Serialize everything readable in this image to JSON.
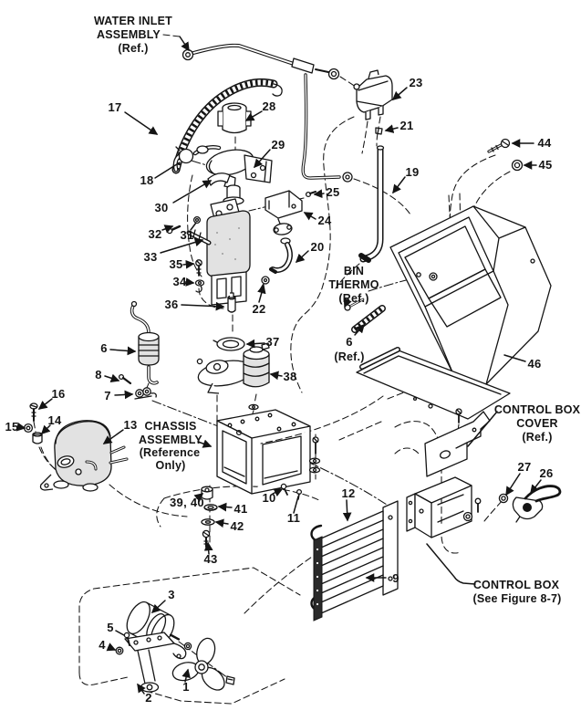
{
  "diagram": {
    "labels": {
      "water_inlet": [
        "WATER INLET",
        "ASSEMBLY",
        "(Ref.)"
      ],
      "bin_thermo": [
        "BIN",
        "THERMO",
        "(Ref.)"
      ],
      "thermo_ref6": [
        "6",
        "(Ref.)"
      ],
      "chassis": [
        "CHASSIS",
        "ASSEMBLY",
        "(Reference",
        "Only)"
      ],
      "control_box_cover": [
        "CONTROL BOX",
        "COVER",
        "(Ref.)"
      ],
      "control_box": [
        "CONTROL BOX",
        "(See Figure 8-7)"
      ]
    },
    "callouts": {
      "n1": "1",
      "n2": "2",
      "n3": "3",
      "n4": "4",
      "n5": "5",
      "n6": "6",
      "n7": "7",
      "n8": "8",
      "n9": "9",
      "n10": "10",
      "n11": "11",
      "n12": "12",
      "n13": "13",
      "n14": "14",
      "n15": "15",
      "n16": "16",
      "n17": "17",
      "n18": "18",
      "n19": "19",
      "n20": "20",
      "n21": "21",
      "n22": "22",
      "n23": "23",
      "n24": "24",
      "n25": "25",
      "n26": "26",
      "n27": "27",
      "n28": "28",
      "n29": "29",
      "n30": "30",
      "n31": "31",
      "n32": "32",
      "n33": "33",
      "n34": "34",
      "n35": "35",
      "n36": "36",
      "n37": "37",
      "n38": "38",
      "n39_40": "39, 40",
      "n41": "41",
      "n42": "42",
      "n43": "43",
      "n44": "44",
      "n45": "45",
      "n46": "46"
    },
    "colors": {
      "ink": "#141414",
      "paper": "#ffffff",
      "metal_light": "#e2e2e2"
    }
  }
}
